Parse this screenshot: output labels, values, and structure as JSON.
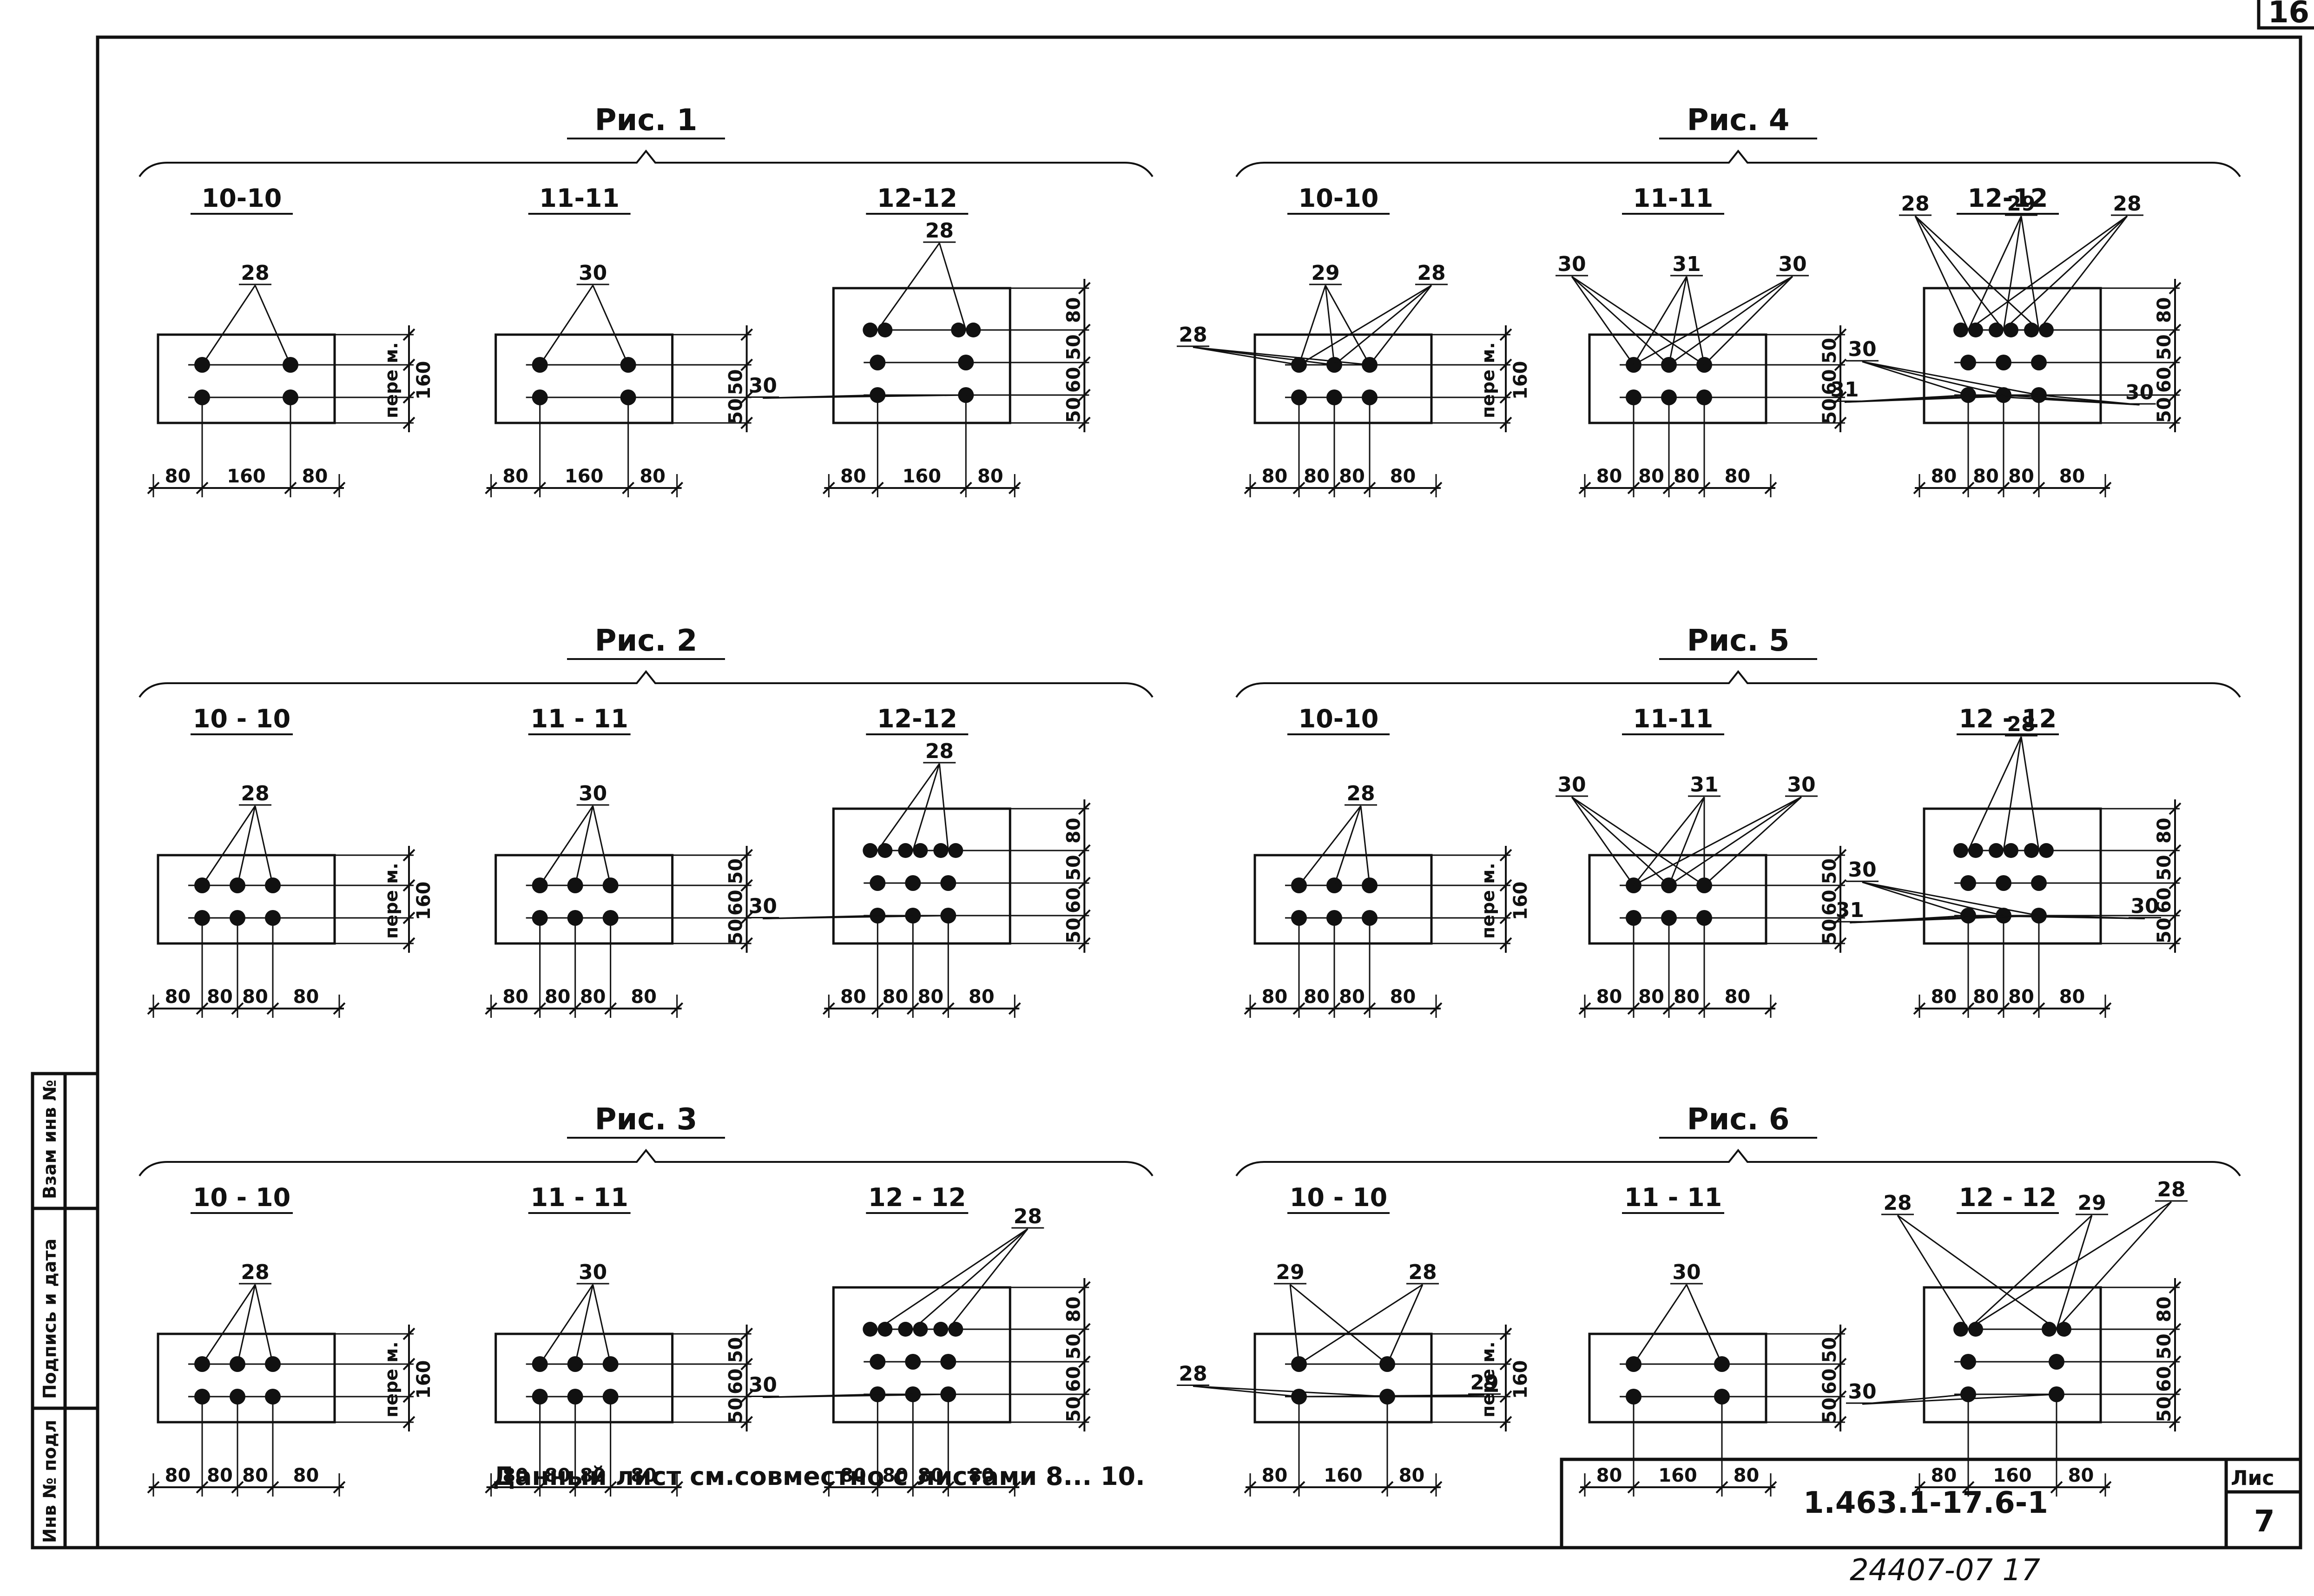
{
  "sheet": {
    "corner_page": "16",
    "note": "Данный лист см.совместно с листами 8... 10.",
    "code": "1.463.1-17.6-1",
    "sheet_label": "Лис",
    "sheet_no": "7",
    "stamp": "24407-07  17",
    "side_fields": [
      "Инв № подл",
      "Подпись и дата",
      "Взам инв №"
    ]
  },
  "figures": [
    {
      "title": "Рис. 1",
      "sections": [
        {
          "label": "10-10",
          "variant": "tall-2",
          "marks": [
            {
              "t": "28",
              "x": 0.55,
              "y": -0.2
            }
          ],
          "dims_bottom": [
            "80",
            "160",
            "80"
          ],
          "dims_right": [
            "пере м.",
            "160"
          ]
        },
        {
          "label": "11-11",
          "variant": "tall-2b",
          "marks": [
            {
              "t": "30",
              "x": 0.55,
              "y": -0.2
            }
          ],
          "dims_bottom": [
            "80",
            "160",
            "80"
          ],
          "dims_right": [
            "50",
            "50"
          ]
        },
        {
          "label": "12-12",
          "variant": "tall-3",
          "marks": [
            {
              "t": "28",
              "x": 0.6,
              "y": -0.1
            },
            {
              "t": "30",
              "x": -0.4,
              "y": 1.05
            }
          ],
          "dims_bottom": [
            "80",
            "160",
            "80"
          ],
          "dims_right": [
            "50",
            "60",
            "50",
            "80"
          ]
        }
      ]
    },
    {
      "title": "Рис. 2",
      "sections": [
        {
          "label": "10 - 10",
          "variant": "tall-2",
          "marks": [
            {
              "t": "28",
              "x": 0.55,
              "y": -0.2
            }
          ],
          "dims_bottom": [
            "80",
            "80",
            "80",
            "80"
          ],
          "dims_right": [
            "пере м.",
            "160"
          ]
        },
        {
          "label": "11 - 11",
          "variant": "tall-2b",
          "marks": [
            {
              "t": "30",
              "x": 0.55,
              "y": -0.2
            }
          ],
          "dims_bottom": [
            "80",
            "80",
            "80",
            "80"
          ],
          "dims_right": [
            "50",
            "60",
            "50"
          ]
        },
        {
          "label": "12-12",
          "variant": "tall-3",
          "marks": [
            {
              "t": "28",
              "x": 0.6,
              "y": -0.1
            },
            {
              "t": "30",
              "x": -0.4,
              "y": 1.05
            }
          ],
          "dims_bottom": [
            "80",
            "80",
            "80",
            "80"
          ],
          "dims_right": [
            "50",
            "60",
            "50",
            "80"
          ]
        }
      ]
    },
    {
      "title": "Рис. 3",
      "sections": [
        {
          "label": "10 - 10",
          "variant": "tall-2",
          "marks": [
            {
              "t": "28",
              "x": 0.55,
              "y": -0.2
            }
          ],
          "dims_bottom": [
            "80",
            "80",
            "80",
            "80"
          ],
          "dims_right": [
            "пере м.",
            "160"
          ]
        },
        {
          "label": "11 - 11",
          "variant": "tall-2b",
          "marks": [
            {
              "t": "30",
              "x": 0.55,
              "y": -0.2
            }
          ],
          "dims_bottom": [
            "80",
            "80",
            "80",
            "80"
          ],
          "dims_right": [
            "50",
            "60",
            "50"
          ]
        },
        {
          "label": "12 - 12",
          "variant": "tall-3",
          "marks": [
            {
              "t": "28",
              "x": 1.1,
              "y": -0.2
            },
            {
              "t": "30",
              "x": -0.4,
              "y": 1.05
            }
          ],
          "dims_bottom": [
            "80",
            "80",
            "80",
            "80"
          ],
          "dims_right": [
            "50",
            "60",
            "50",
            "80"
          ]
        }
      ]
    },
    {
      "title": "Рис. 4",
      "sections": [
        {
          "label": "10-10",
          "variant": "tall-2",
          "marks": [
            {
              "t": "29",
              "x": 0.4,
              "y": -0.2
            },
            {
              "t": "28",
              "x": 1.0,
              "y": -0.2
            },
            {
              "t": "28",
              "x": -0.35,
              "y": 0.5
            }
          ],
          "dims_bottom": [
            "80",
            "80",
            "80",
            "80"
          ],
          "dims_right": [
            "пере м.",
            "160"
          ]
        },
        {
          "label": "11-11",
          "variant": "tall-2b",
          "marks": [
            {
              "t": "30",
              "x": -0.1,
              "y": -0.3
            },
            {
              "t": "31",
              "x": 0.55,
              "y": -0.3
            },
            {
              "t": "30",
              "x": 1.15,
              "y": -0.3
            }
          ],
          "dims_bottom": [
            "80",
            "80",
            "80",
            "80"
          ],
          "dims_right": [
            "50",
            "60",
            "50"
          ]
        },
        {
          "label": "12-12",
          "variant": "tall-3",
          "marks": [
            {
              "t": "28",
              "x": -0.05,
              "y": -0.3
            },
            {
              "t": "29",
              "x": 0.55,
              "y": -0.3
            },
            {
              "t": "28",
              "x": 1.15,
              "y": -0.3
            },
            {
              "t": "30",
              "x": -0.35,
              "y": 0.78
            },
            {
              "t": "31",
              "x": -0.45,
              "y": 1.08
            },
            {
              "t": "30",
              "x": 1.22,
              "y": 1.1
            }
          ],
          "dims_bottom": [
            "80",
            "80",
            "80",
            "80"
          ],
          "dims_right": [
            "50",
            "60",
            "50",
            "80"
          ]
        }
      ]
    },
    {
      "title": "Рис. 5",
      "sections": [
        {
          "label": "10-10",
          "variant": "tall-2",
          "marks": [
            {
              "t": "28",
              "x": 0.6,
              "y": -0.2
            }
          ],
          "dims_bottom": [
            "80",
            "80",
            "80",
            "80"
          ],
          "dims_right": [
            "пере м.",
            "160"
          ]
        },
        {
          "label": "11-11",
          "variant": "tall-2b",
          "marks": [
            {
              "t": "30",
              "x": -0.1,
              "y": -0.3
            },
            {
              "t": "31",
              "x": 0.65,
              "y": -0.3
            },
            {
              "t": "30",
              "x": 1.2,
              "y": -0.3
            }
          ],
          "dims_bottom": [
            "80",
            "80",
            "80",
            "80"
          ],
          "dims_right": [
            "50",
            "60",
            "50"
          ]
        },
        {
          "label": "12 - 12",
          "variant": "tall-3",
          "marks": [
            {
              "t": "28",
              "x": 0.55,
              "y": -0.3
            },
            {
              "t": "30",
              "x": -0.35,
              "y": 0.78
            },
            {
              "t": "31",
              "x": -0.42,
              "y": 1.08
            },
            {
              "t": "30",
              "x": 1.25,
              "y": 1.05
            }
          ],
          "dims_bottom": [
            "80",
            "80",
            "80",
            "80"
          ],
          "dims_right": [
            "50",
            "60",
            "50",
            "80"
          ]
        }
      ]
    },
    {
      "title": "Рис. 6",
      "sections": [
        {
          "label": "10 - 10",
          "variant": "tall-2",
          "marks": [
            {
              "t": "29",
              "x": 0.2,
              "y": -0.2
            },
            {
              "t": "28",
              "x": 0.95,
              "y": -0.2
            },
            {
              "t": "28",
              "x": -0.35,
              "y": 0.95
            },
            {
              "t": "29",
              "x": 1.3,
              "y": 1.05
            }
          ],
          "dims_bottom": [
            "80",
            "160",
            "80"
          ],
          "dims_right": [
            "пере м.",
            "160"
          ]
        },
        {
          "label": "11 - 11",
          "variant": "tall-2b",
          "marks": [
            {
              "t": "30",
              "x": 0.55,
              "y": -0.2
            }
          ],
          "dims_bottom": [
            "80",
            "160",
            "80"
          ],
          "dims_right": [
            "50",
            "60",
            "50"
          ]
        },
        {
          "label": "12 - 12",
          "variant": "tall-3",
          "marks": [
            {
              "t": "28",
              "x": -0.15,
              "y": -0.3
            },
            {
              "t": "29",
              "x": 0.95,
              "y": -0.3
            },
            {
              "t": "28",
              "x": 1.4,
              "y": -0.4
            },
            {
              "t": "30",
              "x": -0.35,
              "y": 1.1
            }
          ],
          "dims_bottom": [
            "80",
            "160",
            "80"
          ],
          "dims_right": [
            "50",
            "60",
            "50",
            "80"
          ]
        }
      ]
    }
  ]
}
